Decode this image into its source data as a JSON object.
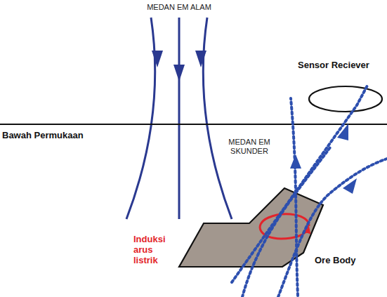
{
  "diagram": {
    "labels": [
      "MEDAN EM ALAM",
      "Sensor Reciever",
      "Bawah Permukaan",
      "MEDAN EM SKUNDER",
      "Induksi arus listrik",
      "Ore Body"
    ]
  }
}
